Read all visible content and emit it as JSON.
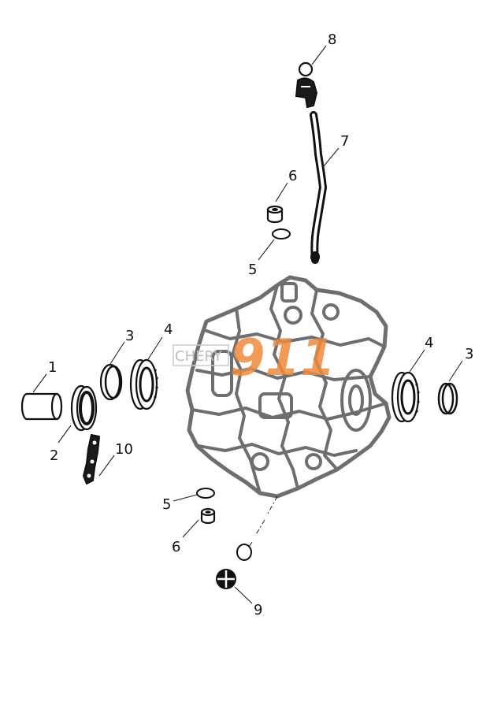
{
  "diagram": {
    "callouts": [
      {
        "id": "c1",
        "label": "1"
      },
      {
        "id": "c2",
        "label": "2"
      },
      {
        "id": "c3a",
        "label": "3"
      },
      {
        "id": "c3b",
        "label": "3"
      },
      {
        "id": "c4a",
        "label": "4"
      },
      {
        "id": "c4b",
        "label": "4"
      },
      {
        "id": "c5a",
        "label": "5"
      },
      {
        "id": "c5b",
        "label": "5"
      },
      {
        "id": "c6a",
        "label": "6"
      },
      {
        "id": "c6b",
        "label": "6"
      },
      {
        "id": "c7",
        "label": "7"
      },
      {
        "id": "c8",
        "label": "8"
      },
      {
        "id": "c9",
        "label": "9"
      },
      {
        "id": "c10",
        "label": "10"
      }
    ],
    "watermark": {
      "brand": "CHERY",
      "mark": "911"
    },
    "colors": {
      "line": "#111111",
      "housing": "#6e6e6e",
      "watermark_mark": "#f08a3c",
      "watermark_text": "#bdbdbd"
    }
  }
}
